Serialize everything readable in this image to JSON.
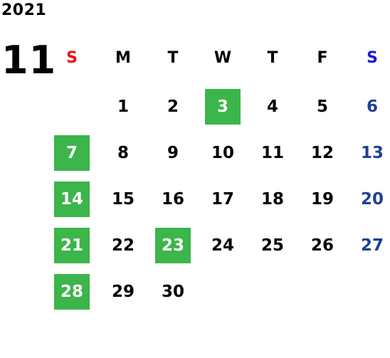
{
  "year": "2021",
  "month": "11",
  "weekdays": [
    {
      "label": "S",
      "color": "#ee1111"
    },
    {
      "label": "M",
      "color": "#000000"
    },
    {
      "label": "T",
      "color": "#000000"
    },
    {
      "label": "W",
      "color": "#000000"
    },
    {
      "label": "T",
      "color": "#000000"
    },
    {
      "label": "F",
      "color": "#000000"
    },
    {
      "label": "S",
      "color": "#1a1ad6"
    }
  ],
  "first_weekday_index": 1,
  "days_in_month": 30,
  "highlighted_days": [
    3,
    7,
    14,
    21,
    23,
    28
  ],
  "colors": {
    "highlight": "#3cb54a",
    "highlight_text": "#ffffff",
    "saturday": "#1f3f97",
    "default": "#000000"
  }
}
